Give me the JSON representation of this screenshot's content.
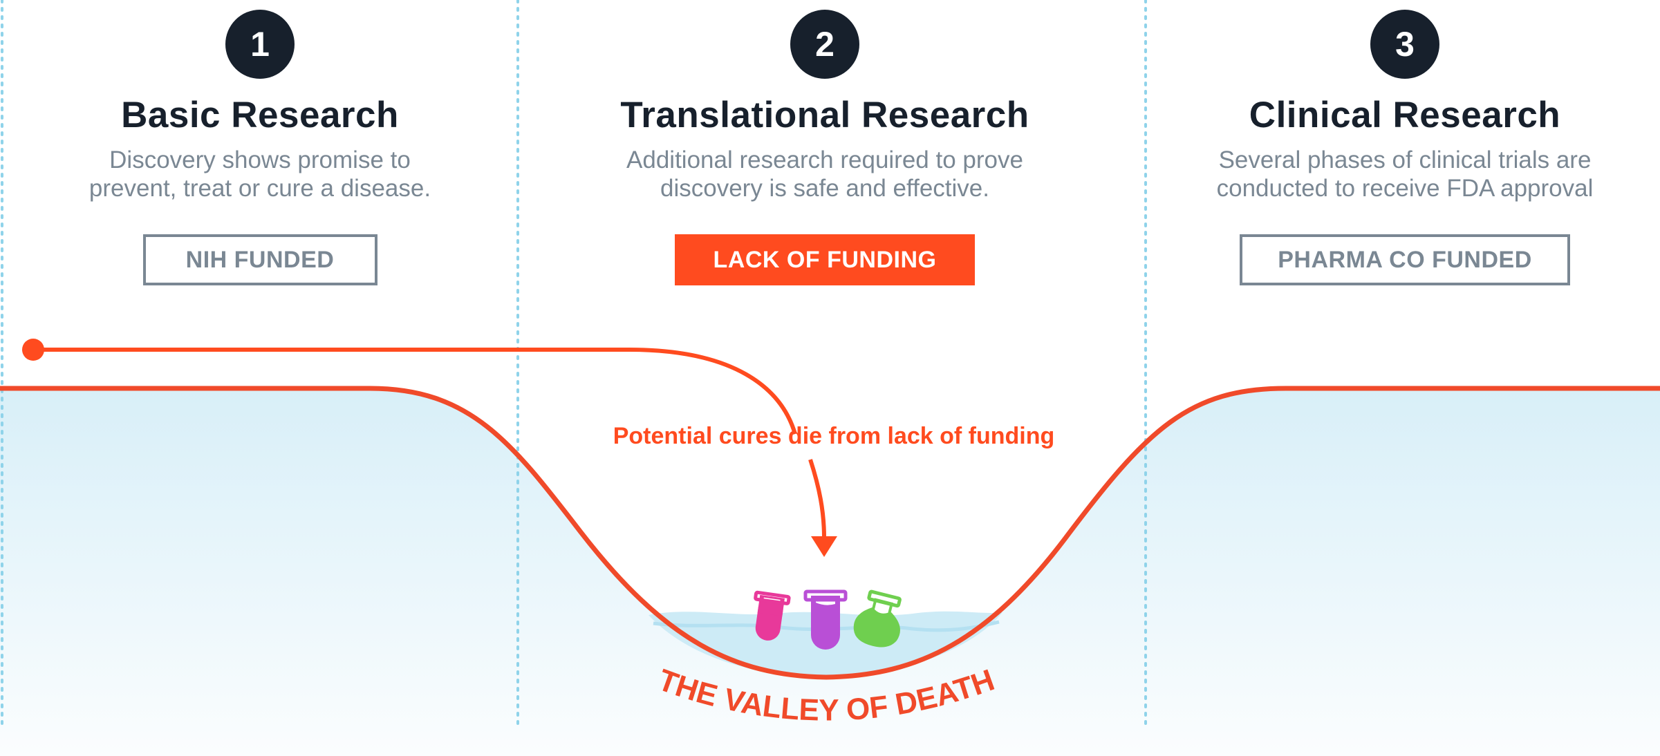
{
  "steps": [
    {
      "number": "1",
      "title": "Basic Research",
      "description_line1": "Discovery shows promise to",
      "description_line2": "prevent, treat or cure a disease.",
      "badge": "NIH FUNDED"
    },
    {
      "number": "2",
      "title": "Translational Research",
      "description_line1": "Additional research required to prove",
      "description_line2": "discovery is safe and effective.",
      "badge": "LACK OF FUNDING"
    },
    {
      "number": "3",
      "title": "Clinical Research",
      "description_line1": "Several phases of clinical trials are",
      "description_line2": "conducted to receive FDA approval",
      "badge": "PHARMA CO FUNDED"
    }
  ],
  "annotation": "Potential cures die from lack of funding",
  "valley_label": "“THE VALLEY OF DEATH”",
  "icons": [
    "pink-test-tube-icon",
    "purple-test-tube-icon",
    "green-flask-icon"
  ],
  "colors": {
    "accent": "#ff4b1f",
    "dark": "#17202c",
    "muted": "#7a8793",
    "fill": "#dff1f9",
    "divider": "#8fd3ea",
    "tube_pink": "#e8399a",
    "tube_purple": "#b94fd6",
    "flask_green": "#6fcf4f"
  }
}
